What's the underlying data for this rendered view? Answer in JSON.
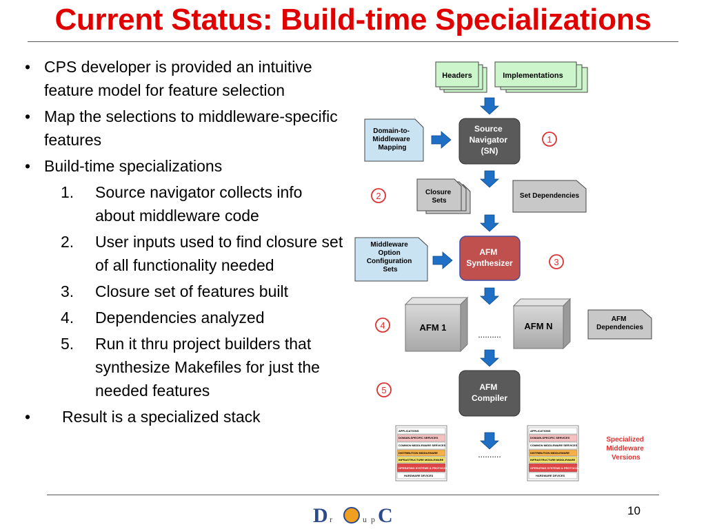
{
  "title": "Current Status: Build-time Specializations",
  "bullets": [
    {
      "text": "CPS developer is provided an intuitive feature model for feature selection"
    },
    {
      "text": "Map the selections to middleware-specific features"
    },
    {
      "text": "Build-time specializations"
    }
  ],
  "steps": [
    {
      "num": "1.",
      "text": "Source navigator collects info about middleware code"
    },
    {
      "num": "2.",
      "text": "User inputs used to find closure set of all functionality needed"
    },
    {
      "num": "3.",
      "text": "Closure set of features built"
    },
    {
      "num": "4.",
      "text": "Dependencies analyzed"
    },
    {
      "num": "5.",
      "text": "Run it thru project builders that synthesize Makefiles for just the needed features"
    }
  ],
  "result": "Result is a specialized stack",
  "result_bullet": "•",
  "bullet_char": "•",
  "diagram": {
    "headers": "Headers",
    "implementations": "Implementations",
    "domain_mapping": [
      "Domain-to-",
      "Middleware",
      "Mapping"
    ],
    "source_navigator": [
      "Source",
      "Navigator",
      "(SN)"
    ],
    "closure_sets": [
      "Closure",
      "Sets"
    ],
    "set_dependencies": "Set Dependencies",
    "middleware_options": [
      "Middleware",
      "Option",
      "Configuration",
      "Sets"
    ],
    "afm_synthesizer": [
      "AFM",
      "Synthesizer"
    ],
    "afm1": "AFM 1",
    "afmn": "AFM N",
    "afm_dependencies": [
      "AFM",
      "Dependencies"
    ],
    "ellipsis": "..........",
    "afm_compiler": [
      "AFM",
      "Compiler"
    ],
    "specialized": [
      "Specialized",
      "Middleware",
      "Versions"
    ],
    "circle_labels": [
      "1",
      "2",
      "3",
      "4",
      "5"
    ],
    "stack_layers": [
      "APPLICATIONS",
      "DOMAIN-SPECIFIC SERVICES",
      "COMMON MIDDLEWARE SERVICES",
      "DISTRIBUTION MIDDLEWARE",
      "INFRASTRUCTURE MIDDLEWARE",
      "OPERATING SYSTEMS & PROTOCOLS",
      "HARDWARE DEVICES"
    ]
  },
  "footer": {
    "page_number": "10",
    "logo_letters": [
      "D",
      "r",
      "O",
      "u",
      "p",
      "C"
    ]
  },
  "colors": {
    "title": "#e00000",
    "green": "#ccf5cc",
    "light_blue": "#c9e3f2",
    "dark_box": "#5a5a5a",
    "red_box": "#c0504d",
    "gray_box": "#c8c8c8",
    "arrow": "#1f6fc5",
    "circle": "#e03030"
  }
}
